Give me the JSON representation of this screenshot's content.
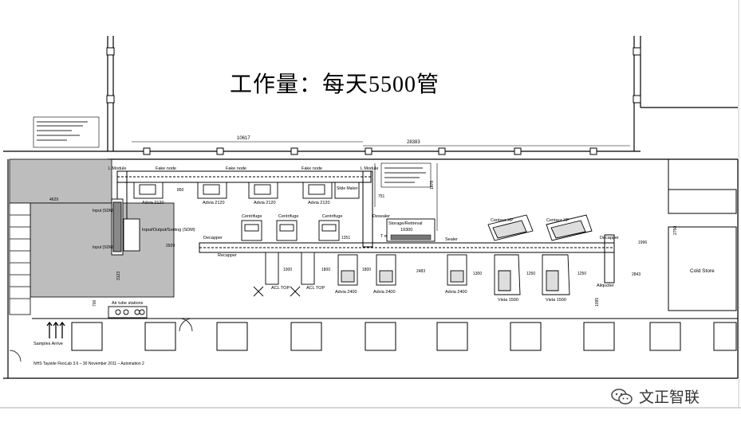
{
  "title": "工作量：每天5500管",
  "watermark": {
    "text": "文正智联",
    "icon": "wechat-icon"
  },
  "labels": {
    "l_module_left": "L Module",
    "l_module_right": "L Module",
    "t_module": "T module",
    "fake_node_1": "Fake node",
    "fake_node_2": "Fake node",
    "fake_node_3": "Fake node",
    "advia2120_1": "Advia 2120",
    "advia2120_2": "Advia 2120",
    "advia2120_3": "Advia 2120",
    "advia2120_4": "Advia 2120",
    "slide_maker": "Slide Maker",
    "centrifuge_1": "Centrifuge",
    "centrifuge_2": "Centrifuge",
    "centrifuge_3": "Centrifuge",
    "decapper": "Decapper",
    "recapper": "Recapper",
    "desealer": "Desealer",
    "storage": "Storage/Retrieval",
    "storage_dim": "19300",
    "sealer": "Sealer",
    "centaur_1": "Centaur XP",
    "centaur_2": "Centaur XP",
    "decapper_right": "Decapper",
    "aliquoter": "Aliquoter",
    "acl_top_1": "ACL TOP",
    "acl_top_2": "ACL TOP",
    "advia2400_1": "Advia 2400",
    "advia2400_2": "Advia 2400",
    "advia2400_3": "Advia 2400",
    "vista_1": "Vista 1500",
    "vista_2": "Vista 1500",
    "input_1": "Input (SDM)",
    "input_2": "Input (SDM)",
    "input_output": "Input/Output/Sorting (SDM)",
    "air_tube": "Air tube stations",
    "samples_arrive": "Samples Arrive",
    "cold_store": "Cold Store",
    "footer": "NHS Tayside FlexLab 3.6 – 30 November 2011 – Automation 2",
    "dim_10617": "10617",
    "dim_28383": "28383",
    "dim_4629": "4629",
    "dim_2929": "2929",
    "dim_3123": "3123",
    "dim_2483": "2483",
    "dim_1300": "1300",
    "dim_1250": "1250",
    "dim_1250b": "1250",
    "dim_1996": "1996",
    "dim_2843": "2843",
    "dim_1000": "1000",
    "dim_1800": "1800",
    "dim_1800b": "1800",
    "dim_850": "850",
    "dim_751": "751",
    "dim_1251": "1251",
    "dim_1878": "1878",
    "dim_700": "700",
    "dim_1095": "1095",
    "dim_2750": "2750"
  }
}
